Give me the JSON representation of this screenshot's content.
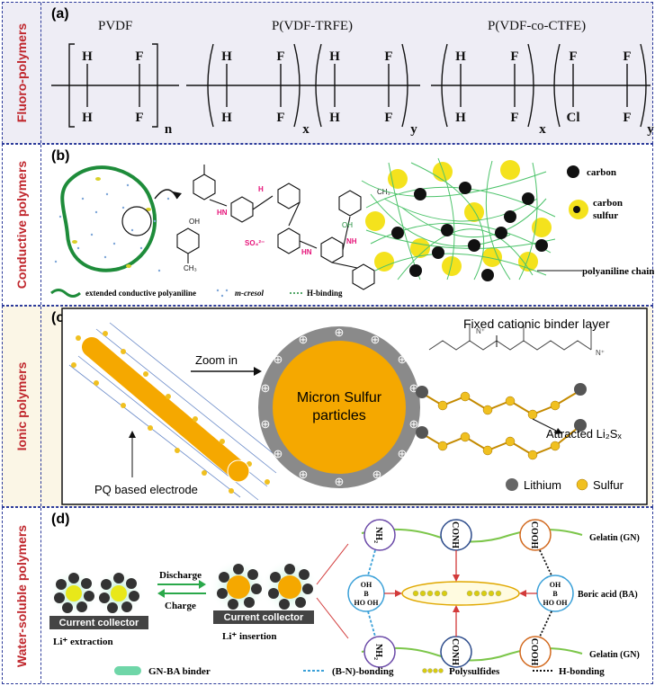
{
  "rows": [
    {
      "side_label": "Fluoro-polymers",
      "panel_label": "(a)"
    },
    {
      "side_label": "Conductive polymers",
      "panel_label": "(b)"
    },
    {
      "side_label": "Ionic polymers",
      "panel_label": "(c)"
    },
    {
      "side_label": "Water-soluble polymers",
      "panel_label": "(d)"
    }
  ],
  "a": {
    "pvdf": {
      "name": "PVDF",
      "top": [
        "H",
        "F"
      ],
      "bottom": [
        "H",
        "F"
      ],
      "sub": "n"
    },
    "trfe": {
      "name": "P(VDF-TRFE)",
      "unit1_top": [
        "H",
        "F"
      ],
      "unit1_bottom": [
        "H",
        "F"
      ],
      "sub1": "x",
      "unit2_top": [
        "H",
        "F"
      ],
      "unit2_bottom": [
        "H",
        "F"
      ],
      "sub2": "y"
    },
    "ctfe": {
      "name": "P(VDF-co-CTFE)",
      "unit1_top": [
        "H",
        "F"
      ],
      "unit1_bottom": [
        "H",
        "F"
      ],
      "sub1": "x",
      "unit2_top": [
        "F",
        "F"
      ],
      "unit2_bottom": [
        "Cl",
        "F"
      ],
      "sub2": "y"
    }
  },
  "b": {
    "legend_carbon": "carbon",
    "legend_carbon_sulfur_1": "carbon",
    "legend_carbon_sulfur_2": "sulfur",
    "polyaniline_chain": "polyaniline  chain",
    "legend_line": "extended conductive polyaniline",
    "legend_mcresol": "m-cresol",
    "legend_hbinding": "H-binding",
    "mol_oh1": "OH",
    "mol_oh2": "OH",
    "mol_ch3_1": "CH₃",
    "mol_ch3_2": "CH₃",
    "mol_hn1": "HN",
    "mol_hn2": "HN",
    "mol_nh": "NH",
    "mol_so4": "SO₄²⁻",
    "mol_h": "H",
    "colors": {
      "chain": "#1e8c3a",
      "fiber": "#4cc36a",
      "sulfur": "#f4e21d",
      "pink": "#e6147a"
    }
  },
  "c": {
    "zoom_in": "Zoom in",
    "micron_line1": "Micron Sulfur",
    "micron_line2": "particles",
    "fixed_layer": "Fixed cationic binder layer",
    "attracted": "Attracted Li₂Sₓ",
    "electrode": "PQ based electrode",
    "legend_lithium": "Lithium",
    "legend_sulfur": "Sulfur",
    "plus": "⊕",
    "colors": {
      "sulfur": "#f5a800",
      "ring": "#8a8a8a",
      "bg": "#fbf6e6"
    }
  },
  "d": {
    "discharge": "Discharge",
    "charge": "Charge",
    "collector_left": "Current collector",
    "collector_right": "Current collector",
    "li_extraction": "Li⁺ extraction",
    "li_insertion": "Li⁺ insertion",
    "nh2_top": "NH₂",
    "conh_top": "CONH",
    "cooh_top": "COOH",
    "nh2_bottom": "NH₂",
    "conh_bottom": "CONH",
    "cooh_bottom": "COOH",
    "boh_left_oh": "OH",
    "boh_left_b": "B",
    "boh_left_hooh": "HO  OH",
    "boh_right_oh": "OH",
    "boh_right_b": "B",
    "boh_right_hooh": "HO  OH",
    "gelatin_top": "Gelatin (GN)",
    "boric_acid": "Boric acid (BA)",
    "gelatin_bottom": "Gelatin (GN)",
    "legend_binder": "GN-BA binder",
    "legend_bn": "(B-N)-bonding",
    "legend_polysulfides": "Polysulfides",
    "legend_hbonding": "H-bonding"
  }
}
